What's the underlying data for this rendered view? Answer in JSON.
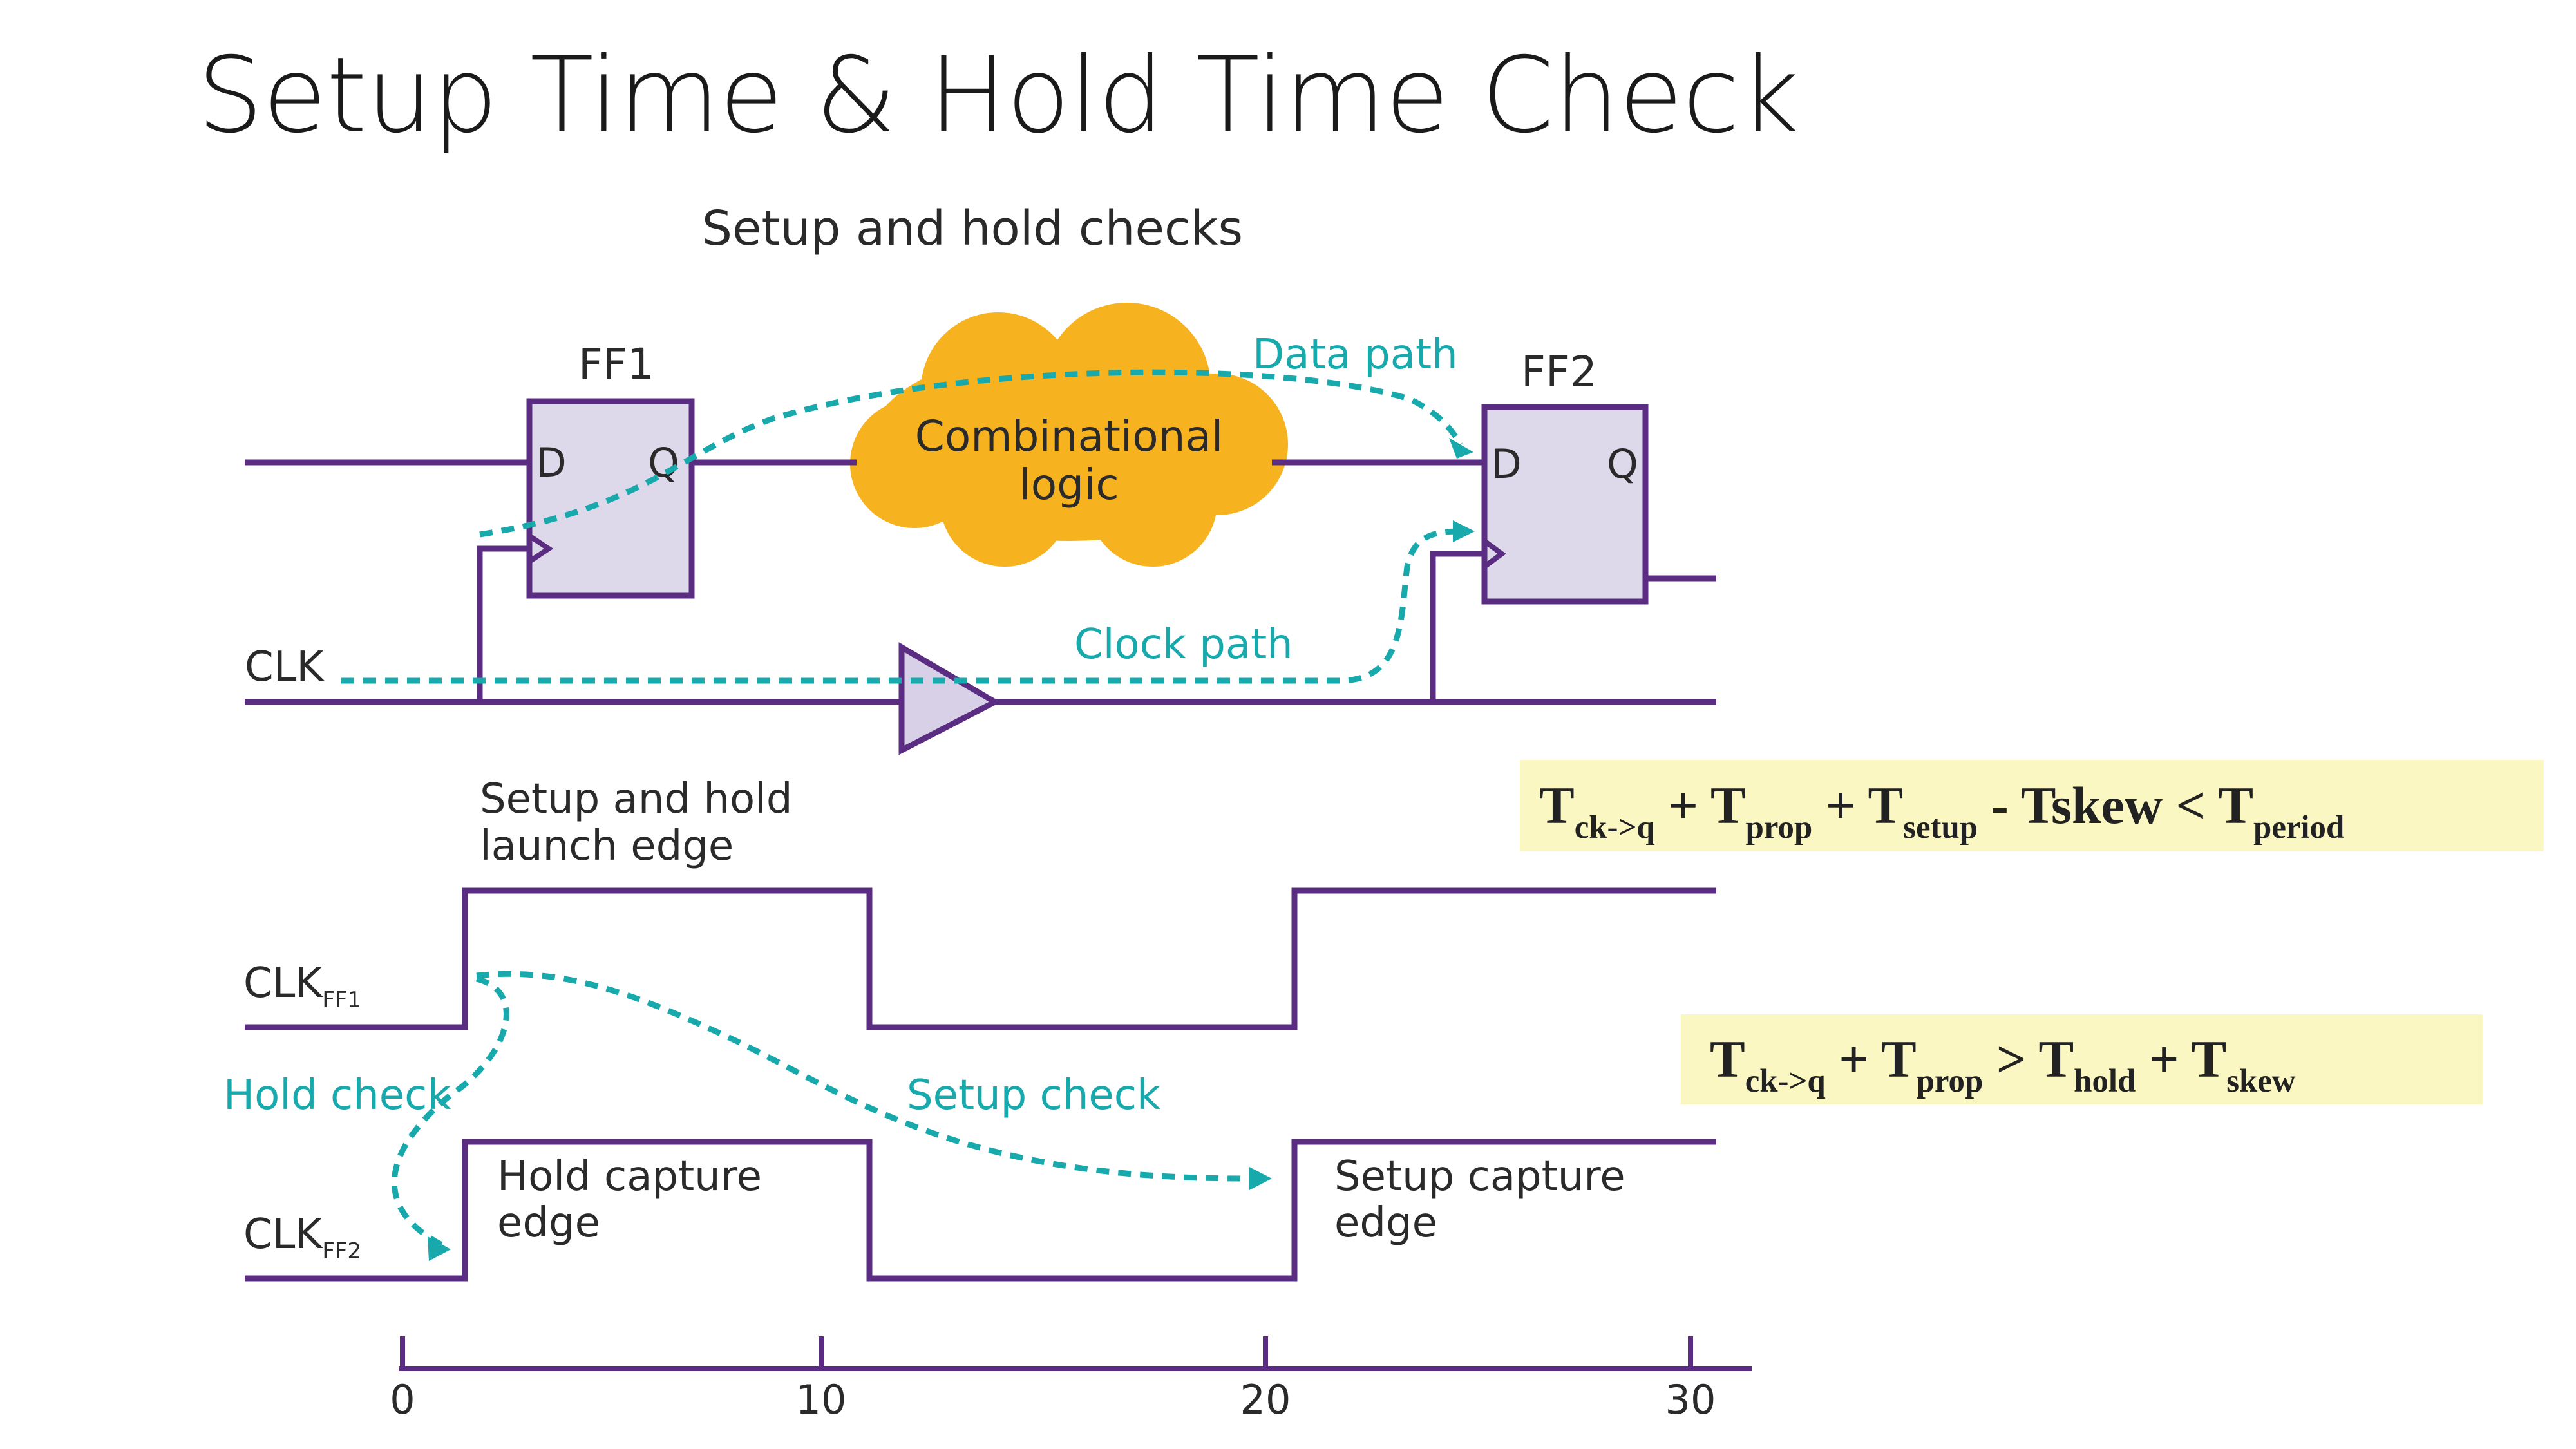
{
  "slide": {
    "title": "Setup Time & Hold Time Check"
  },
  "diagram": {
    "title": "Setup and hold checks",
    "ff1": {
      "name": "FF1",
      "d": "D",
      "q": "Q"
    },
    "ff2": {
      "name": "FF2",
      "d": "D",
      "q": "Q"
    },
    "comb_logic": {
      "line1": "Combinational",
      "line2": "logic"
    },
    "data_path": "Data path",
    "clock_path": "Clock path",
    "clk": "CLK",
    "launch_edge": {
      "line1": "Setup and hold",
      "line2": "launch edge"
    },
    "clk_ff1": {
      "main": "CLK",
      "sub": "FF1"
    },
    "clk_ff2": {
      "main": "CLK",
      "sub": "FF2"
    },
    "hold_check": "Hold check",
    "setup_check": "Setup check",
    "hold_capture": {
      "line1": "Hold capture",
      "line2": "edge"
    },
    "setup_capture": {
      "line1": "Setup capture",
      "line2": "edge"
    },
    "axis_ticks": [
      "0",
      "10",
      "20",
      "30"
    ],
    "colors": {
      "wire": "#5b2d82",
      "path": "#18a9ad",
      "logic": "#f7b21f",
      "ff_fill": "#ddd8ea",
      "buffer_fill": "#d7d0e6"
    }
  },
  "equations": {
    "setup": {
      "t1": "T",
      "s1": "ck->q",
      "plus1": " + T",
      "s2": "prop",
      "plus2": " + T",
      "s3": "setup",
      "rest": " - Tskew < T",
      "s4": "period"
    },
    "hold": {
      "t1": "T",
      "s1": "ck->q",
      "plus1": "  + T",
      "s2": "prop",
      "gt": " > T",
      "s3": "hold",
      "plus2": " + T",
      "s4": "skew"
    }
  }
}
